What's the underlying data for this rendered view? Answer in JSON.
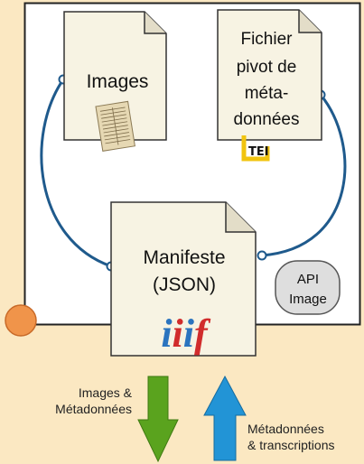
{
  "documents": {
    "images": {
      "label": "Images"
    },
    "metadata": {
      "label_lines": [
        "Fichier",
        "pivot de",
        "méta-",
        "données"
      ],
      "logo_text": "TEI"
    },
    "manifest": {
      "label_lines": [
        "Manifeste",
        "(JSON)"
      ],
      "logo_text": "iiif"
    }
  },
  "api_image": {
    "label_lines": [
      "API",
      "Image"
    ]
  },
  "arrows": {
    "down": {
      "label_lines": [
        "Images &",
        "Métadonnées"
      ],
      "color": "#5aa31e"
    },
    "up": {
      "label_lines": [
        "Métadonnées",
        "& transcriptions"
      ],
      "color": "#2294d6"
    }
  },
  "colors": {
    "background": "#fbe8c2",
    "frame": "#222222",
    "connector": "#1f5a8c",
    "document_fill": "#f7f3e3",
    "marker": "#f0944a",
    "iiif_red": "#d12c2c",
    "iiif_blue": "#2b74bf",
    "tei_yellow": "#f1c40f"
  }
}
